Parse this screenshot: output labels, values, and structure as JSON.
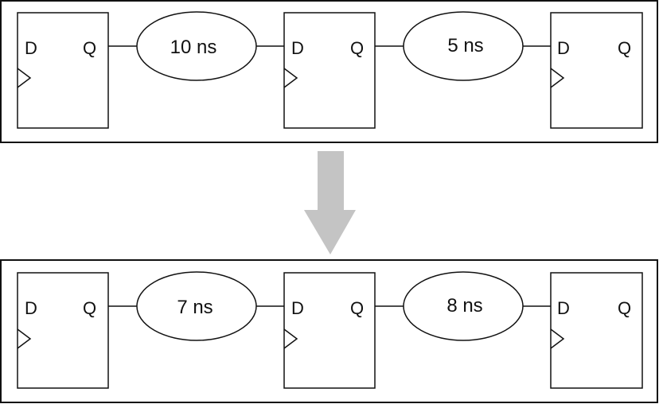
{
  "flipflop": {
    "d_label": "D",
    "q_label": "Q"
  },
  "colors": {
    "stroke": "#111111",
    "arrow": "#c4c4c4",
    "background": "#ffffff"
  },
  "top_path": {
    "delays": [
      "10 ns",
      "5 ns"
    ]
  },
  "bottom_path": {
    "delays": [
      "7 ns",
      "8 ns"
    ]
  },
  "arrow": {
    "direction": "down"
  }
}
